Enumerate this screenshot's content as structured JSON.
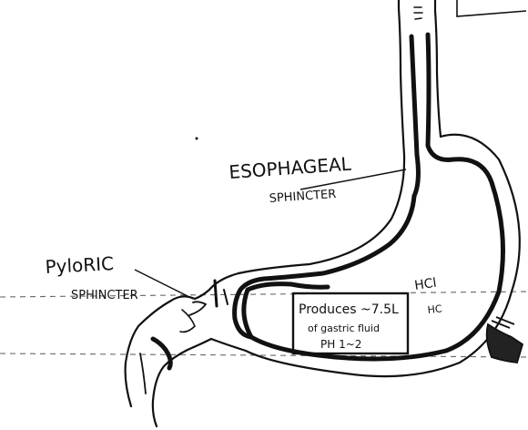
{
  "labels": {
    "esophageal_line1": "ESOPHAGEAL",
    "esophageal_line2": "SPHINCTER",
    "pyloric_line1": "PyloRIC",
    "pyloric_line2": "SPHINCTER",
    "hcl": "HCl",
    "hc": "HC",
    "box_line1": "Produces ~7.5L",
    "box_line2": "of gastric fluid",
    "box_line3": "PH 1~2"
  },
  "colors": {
    "ink": "#111111",
    "paper": "#ffffff"
  }
}
